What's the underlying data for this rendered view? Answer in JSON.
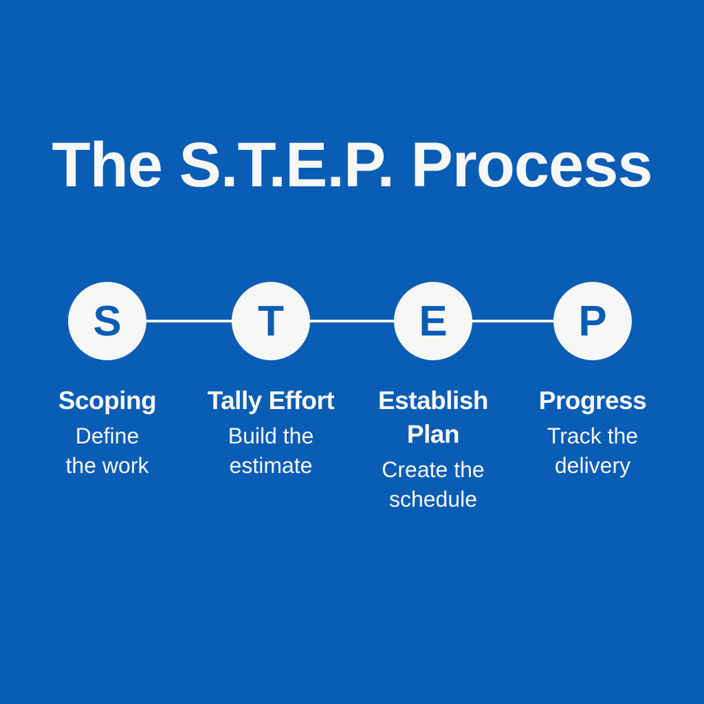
{
  "title": "The S.T.E.P. Process",
  "colors": {
    "background": "#0a5db5",
    "foreground": "#f7f7f5"
  },
  "steps": [
    {
      "letter": "S",
      "name": [
        "Scoping"
      ],
      "desc": [
        "Define",
        "the work"
      ]
    },
    {
      "letter": "T",
      "name": [
        "Tally Effort"
      ],
      "desc": [
        "Build the",
        "estimate"
      ]
    },
    {
      "letter": "E",
      "name": [
        "Establish",
        "Plan"
      ],
      "desc": [
        "Create the",
        "schedule"
      ]
    },
    {
      "letter": "P",
      "name": [
        "Progress"
      ],
      "desc": [
        "Track the",
        "delivery"
      ]
    }
  ]
}
